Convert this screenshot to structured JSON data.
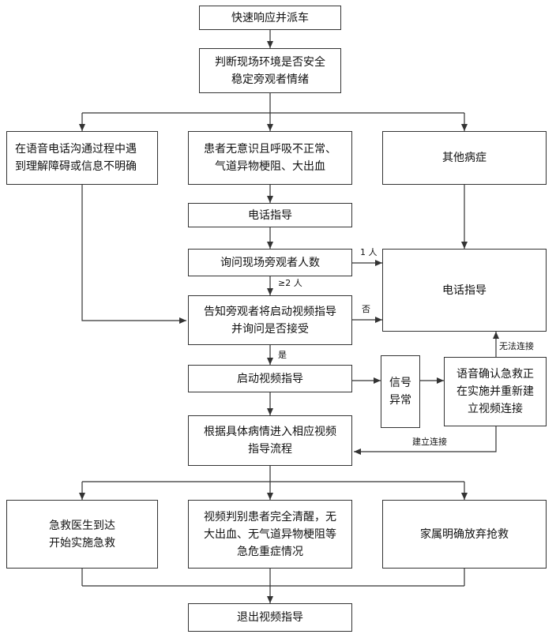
{
  "nodes": {
    "dispatch": "快速响应并派车",
    "assess": "判断现场环境是否安全\n稳定旁观者情绪",
    "barrier": "在语音电话沟通过程中遇\n到理解障碍或信息不明确",
    "critical": "患者无意识且呼吸不正常、\n气道异物梗阻、大出血",
    "other": "其他病症",
    "phone_guide_1": "电话指导",
    "ask_count": "询问现场旁观者人数",
    "phone_guide_2": "电话指导",
    "inform": "告知旁观者将启动视频指导\n并询问是否接受",
    "start_video": "启动视频指导",
    "signal": "信号\n异常",
    "confirm": "语音确认急救正\n在实施并重新建\n立视频连接",
    "enter_flow": "根据具体病情进入相应视频\n指导流程",
    "doctor": "急救医生到达\n开始实施急救",
    "conscious": "视频判别患者完全清醒，无\n大出血、无气道异物梗阻等\n急危重症情况",
    "abandon": "家属明确放弃抢救",
    "exit": "退出视频指导"
  },
  "edges": {
    "one_person": "1 人",
    "two_plus": "≥2 人",
    "no": "否",
    "yes": "是",
    "cannot_connect": "无法连接",
    "connected": "建立连接"
  }
}
